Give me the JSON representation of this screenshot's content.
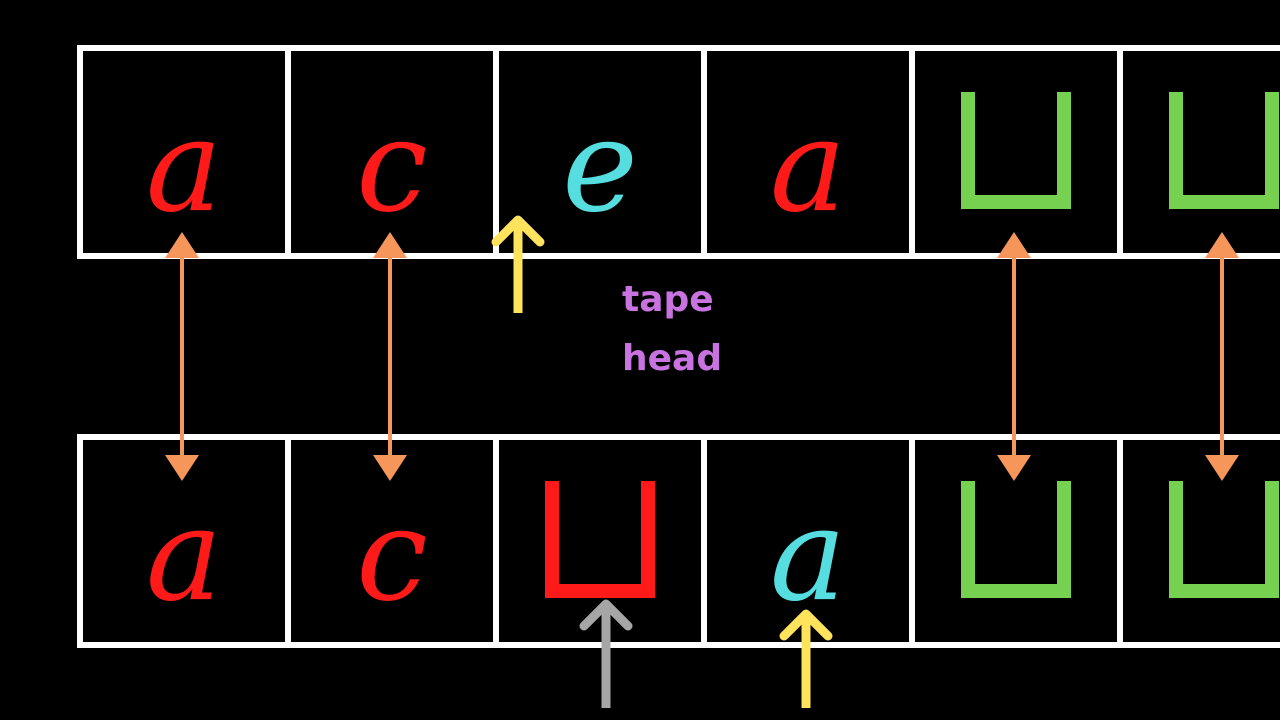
{
  "colors": {
    "background": "#000000",
    "cell_border": "#ffffff",
    "unchanged_symbol": "#ff1a1a",
    "head_symbol": "#55dde0",
    "blank_symbol": "#77d150",
    "correspondence_arrow": "#f7965a",
    "head_arrow": "#ffe35c",
    "previous_head_arrow": "#a6a6a6",
    "label": "#c873e0"
  },
  "top_tape": {
    "cells": [
      {
        "symbol": "a",
        "kind": "letter",
        "color": "#ff1a1a"
      },
      {
        "symbol": "c",
        "kind": "letter",
        "color": "#ff1a1a"
      },
      {
        "symbol": "e",
        "kind": "letter",
        "color": "#55dde0"
      },
      {
        "symbol": "a",
        "kind": "letter",
        "color": "#ff1a1a"
      },
      {
        "symbol": "␣",
        "kind": "blank",
        "color": "#77d150"
      },
      {
        "symbol": "␣",
        "kind": "blank",
        "color": "#77d150"
      }
    ],
    "head_cell": 2
  },
  "bottom_tape": {
    "cells": [
      {
        "symbol": "a",
        "kind": "letter",
        "color": "#ff1a1a"
      },
      {
        "symbol": "c",
        "kind": "letter",
        "color": "#ff1a1a"
      },
      {
        "symbol": "␣",
        "kind": "blank",
        "color": "#ff1a1a"
      },
      {
        "symbol": "a",
        "kind": "letter",
        "color": "#55dde0"
      },
      {
        "symbol": "␣",
        "kind": "blank",
        "color": "#77d150"
      },
      {
        "symbol": "␣",
        "kind": "blank",
        "color": "#77d150"
      }
    ],
    "head_cell": 3,
    "previous_head_cell": 2
  },
  "correspondences": [
    0,
    1,
    4,
    5
  ],
  "head_label": {
    "line1": "tape",
    "line2": "head"
  }
}
